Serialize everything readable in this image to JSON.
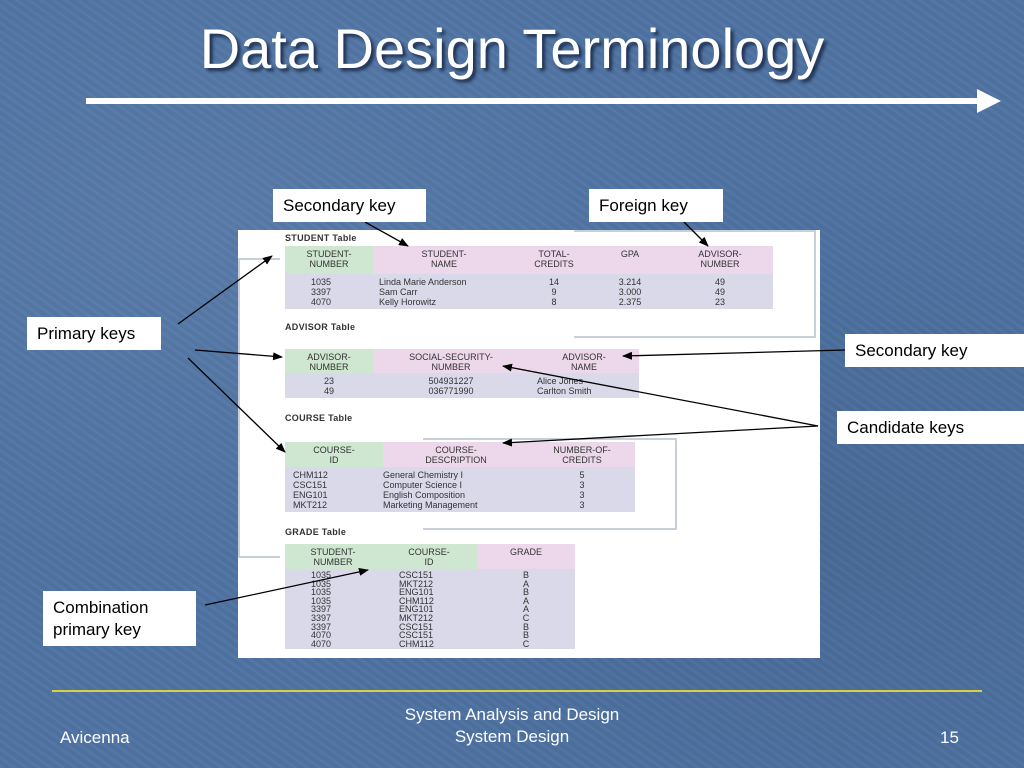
{
  "slide": {
    "title": "Data Design Terminology",
    "footer": {
      "left": "Avicenna",
      "center_line1": "System Analysis and Design",
      "center_line2": "System Design",
      "page_number": "15"
    }
  },
  "callouts": {
    "secondary_key_top": "Secondary key",
    "foreign_key": "Foreign key",
    "primary_keys": "Primary keys",
    "secondary_key_right": "Secondary key",
    "candidate_keys": "Candidate keys",
    "combination_line1": "Combination",
    "combination_line2": "primary key"
  },
  "tables": {
    "student": {
      "label": "STUDENT Table",
      "headers": [
        {
          "l1": "STUDENT-",
          "l2": "NUMBER"
        },
        {
          "l1": "STUDENT-",
          "l2": "NAME"
        },
        {
          "l1": "TOTAL-",
          "l2": "CREDITS"
        },
        {
          "l1": "",
          "l2": "GPA"
        },
        {
          "l1": "ADVISOR-",
          "l2": "NUMBER"
        }
      ],
      "rows": [
        [
          "1035",
          "Linda Marie Anderson",
          "14",
          "3.214",
          "49"
        ],
        [
          "3397",
          "Sam Carr",
          "9",
          "3.000",
          "49"
        ],
        [
          "4070",
          "Kelly Horowitz",
          "8",
          "2.375",
          "23"
        ]
      ]
    },
    "advisor": {
      "label": "ADVISOR Table",
      "headers": [
        {
          "l1": "ADVISOR-",
          "l2": "NUMBER"
        },
        {
          "l1": "SOCIAL-SECURITY-",
          "l2": "NUMBER"
        },
        {
          "l1": "ADVISOR-",
          "l2": "NAME"
        }
      ],
      "rows": [
        [
          "23",
          "504931227",
          "Alice Jones"
        ],
        [
          "49",
          "036771990",
          "Carlton Smith"
        ]
      ]
    },
    "course": {
      "label": "COURSE Table",
      "headers": [
        {
          "l1": "COURSE-",
          "l2": "ID"
        },
        {
          "l1": "COURSE-",
          "l2": "DESCRIPTION"
        },
        {
          "l1": "NUMBER-OF-",
          "l2": "CREDITS"
        }
      ],
      "rows": [
        [
          "CHM112",
          "General Chemistry I",
          "5"
        ],
        [
          "CSC151",
          "Computer Science I",
          "3"
        ],
        [
          "ENG101",
          "English Composition",
          "3"
        ],
        [
          "MKT212",
          "Marketing Management",
          "3"
        ]
      ]
    },
    "grade": {
      "label": "GRADE Table",
      "headers": [
        {
          "l1": "STUDENT-",
          "l2": "NUMBER"
        },
        {
          "l1": "COURSE-",
          "l2": "ID"
        },
        {
          "l1": "",
          "l2": "GRADE"
        }
      ],
      "rows": [
        [
          "1035",
          "CSC151",
          "B"
        ],
        [
          "1035",
          "MKT212",
          "A"
        ],
        [
          "1035",
          "ENG101",
          "B"
        ],
        [
          "1035",
          "CHM112",
          "A"
        ],
        [
          "3397",
          "ENG101",
          "A"
        ],
        [
          "3397",
          "MKT212",
          "C"
        ],
        [
          "3397",
          "CSC151",
          "B"
        ],
        [
          "4070",
          "CSC151",
          "B"
        ],
        [
          "4070",
          "CHM112",
          "C"
        ]
      ]
    }
  }
}
